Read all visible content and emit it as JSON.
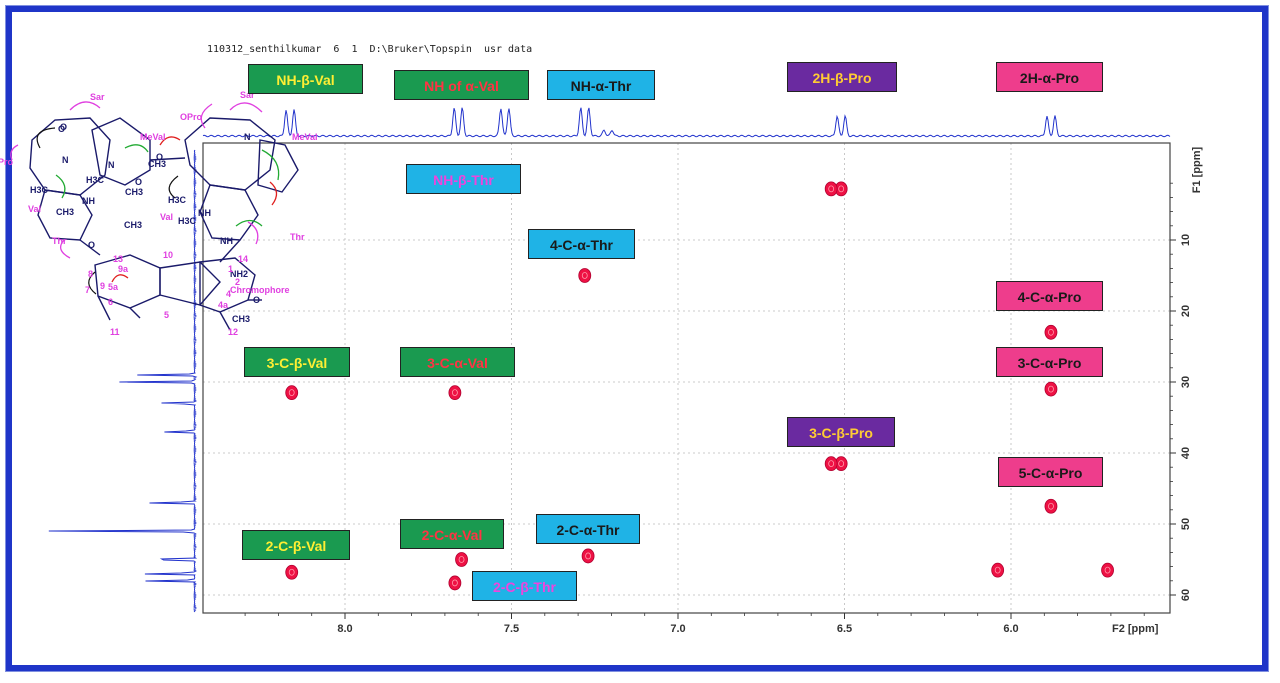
{
  "header": {
    "text": "110312_senthilkumar  6  1  D:\\Bruker\\Topspin  usr data"
  },
  "colors": {
    "frame": "#1f35c8",
    "spectrum": "#2233cc",
    "cross_peak": "#ee1144",
    "green_label": "#1a9a50",
    "cyan_label": "#1fb3e6",
    "purple_label": "#6a2aa0",
    "pink_label": "#ee3d8c",
    "molecule": "#1a1a6a",
    "annotation_magenta": "#e040e0"
  },
  "chart_data": {
    "type": "scatter",
    "subtype": "2D NMR HMBC correlation map",
    "xlabel": "F2 [ppm]",
    "ylabel": "F1 [ppm]",
    "xlim": [
      8.4,
      5.5
    ],
    "ylim": [
      0,
      63
    ],
    "x_ticks": [
      "8.0",
      "7.5",
      "7.0",
      "6.5",
      "6.0"
    ],
    "x_tick_values": [
      8.0,
      7.5,
      7.0,
      6.5,
      6.0
    ],
    "y_ticks": [
      "10",
      "20",
      "30",
      "40",
      "50",
      "60"
    ],
    "y_tick_values": [
      10,
      20,
      30,
      40,
      50,
      60
    ],
    "grid": true,
    "peaks": [
      {
        "x": 6.51,
        "y": 2.8
      },
      {
        "x": 6.54,
        "y": 2.8
      },
      {
        "x": 7.28,
        "y": 15.0
      },
      {
        "x": 5.88,
        "y": 23.0
      },
      {
        "x": 8.16,
        "y": 31.5
      },
      {
        "x": 7.67,
        "y": 31.5
      },
      {
        "x": 5.88,
        "y": 31.0
      },
      {
        "x": 6.51,
        "y": 41.5
      },
      {
        "x": 6.54,
        "y": 41.5
      },
      {
        "x": 5.88,
        "y": 47.5
      },
      {
        "x": 8.16,
        "y": 56.8
      },
      {
        "x": 7.65,
        "y": 55.0
      },
      {
        "x": 7.67,
        "y": 58.3
      },
      {
        "x": 7.27,
        "y": 54.5
      },
      {
        "x": 6.04,
        "y": 56.5
      },
      {
        "x": 5.71,
        "y": 56.5
      }
    ],
    "projection_f2_peaks": [
      8.165,
      7.66,
      7.52,
      7.28,
      7.21,
      6.51,
      5.88
    ],
    "projection_f1_peaks": [
      30,
      29,
      33,
      37,
      47,
      51,
      55,
      57,
      58
    ]
  },
  "labels": [
    {
      "text": "NH-β-Val",
      "style": "g",
      "fg": "#ffee33"
    },
    {
      "text": "NH of α-Val",
      "style": "g",
      "fg": "#ff3344"
    },
    {
      "text": "NH-α-Thr",
      "style": "c",
      "fg": "#1a1a1a"
    },
    {
      "text": "2H-β-Pro",
      "style": "p",
      "fg": "#ffcc33"
    },
    {
      "text": "2H-α-Pro",
      "style": "k",
      "fg": "#1a1a1a"
    },
    {
      "text": "NH-β-Thr",
      "style": "c",
      "fg": "#ee44dd"
    },
    {
      "text": "4-C-α-Thr",
      "style": "c",
      "fg": "#1a1a1a"
    },
    {
      "text": "4-C-α-Pro",
      "style": "k",
      "fg": "#1a1a1a"
    },
    {
      "text": "3-C-β-Val",
      "style": "g",
      "fg": "#ffee33"
    },
    {
      "text": "3-C-α-Val",
      "style": "g",
      "fg": "#ff3344"
    },
    {
      "text": "3-C-α-Pro",
      "style": "k",
      "fg": "#1a1a1a"
    },
    {
      "text": "3-C-β-Pro",
      "style": "p",
      "fg": "#ffcc33"
    },
    {
      "text": "5-C-α-Pro",
      "style": "k",
      "fg": "#1a1a1a"
    },
    {
      "text": "2-C-β-Val",
      "style": "g",
      "fg": "#ffee33"
    },
    {
      "text": "2-C-α-Val",
      "style": "g",
      "fg": "#ff3344"
    },
    {
      "text": "2-C-α-Thr",
      "style": "c",
      "fg": "#1a1a1a"
    },
    {
      "text": "2-C-β-Thr",
      "style": "c",
      "fg": "#ee44dd"
    }
  ],
  "molecule": {
    "residue_labels": [
      "Sar",
      "Sar",
      "MeVal",
      "OPro",
      "MeVal",
      "Pro",
      "Val",
      "Thr",
      "Val",
      "Thr"
    ],
    "atom_labels": [
      "H3C",
      "CH3",
      "H3C",
      "CH3",
      "NH",
      "O",
      "CH3",
      "H3C",
      "NH",
      "NH",
      "CH3",
      "H3C",
      "O",
      "O",
      "N",
      "N",
      "N",
      "O",
      "O",
      "NH2",
      "O",
      "CH3",
      "Chromophore"
    ],
    "numbers": [
      "10",
      "13",
      "14",
      "9a",
      "8",
      "9",
      "1",
      "2",
      "7",
      "5a",
      "4",
      "6",
      "5",
      "4a",
      "11",
      "12"
    ]
  }
}
